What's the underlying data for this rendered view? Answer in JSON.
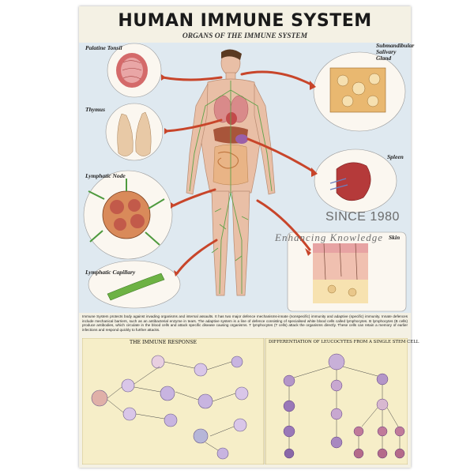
{
  "title": "HUMAN IMMUNE SYSTEM",
  "subtitle": "ORGANS OF THE IMMUNE SYSTEM",
  "organs": {
    "palatine_tonsil": "Palatine Tonsil",
    "thymus": "Thymus",
    "lymphatic_node": "Lymphatic Node",
    "lymphatic_capillary": "Lymphatic Capillary",
    "submandibular_gland": "Submandibular Salivary Gland",
    "spleen": "Spleen",
    "skin": "Skin"
  },
  "intro_text": "Immune System protects body against invading organisms and internal assaults. It has two major defence mechanisms-innate (nonspecific) immunity and adaptive (specific) immunity. Innate defences include mechanical barriers, such as an antibacterial enzyme in tears. The adaptive system is a line of defence consisting of specialised white blood cells called lymphocytes. B lymphocytes (B cells) produce antibodies, which circulate in the blood cells and attack specific disease causing organisms. T lymphocytes (T cells) attack the organisms directly. These cells can retain a memory of earlier infections and respond quickly to further attacks.",
  "panels": {
    "immune_response": "THE IMMUNE RESPONSE",
    "differentiation": "DIFFERENTIATION OF LEUCOCYTES FROM A SINGLE STEM CELL"
  },
  "watermark": {
    "since": "SINCE 1980",
    "tagline": "Enhancing Knowledge"
  },
  "colors": {
    "upper_bg": "#dfe9f0",
    "lower_bg": "#f6eec8",
    "arrow": "#c8452a",
    "tissue_pink": "#e7a3a3"
  }
}
